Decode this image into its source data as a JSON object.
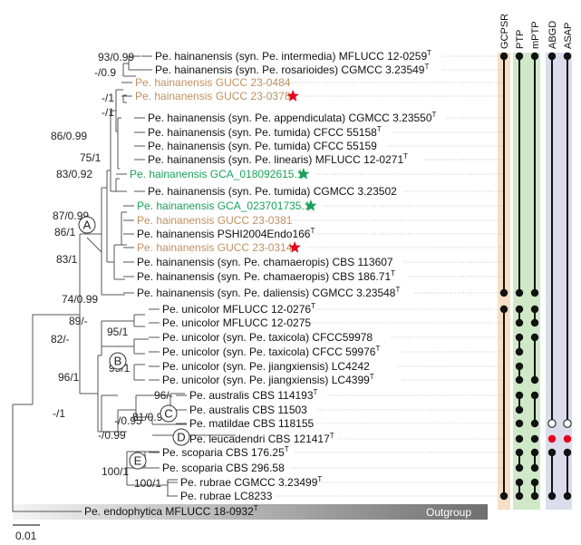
{
  "colors": {
    "tree": "#555555",
    "black": "#111111",
    "brown": "#c09060",
    "green": "#1aa05a",
    "star_red": "#e5001b",
    "gcpsr_band": "#f6dfc4",
    "ptp_band": "#cfe9c8",
    "abgd_band": "#dcdcec",
    "outgroup_bar_start": "#f2f2f2",
    "outgroup_bar_end": "#6f6f6f",
    "dot": "#111111",
    "dot_red": "#e5001b"
  },
  "columns": [
    "GCPSR",
    "PTP",
    "mPTP",
    "ABGD",
    "ASAP"
  ],
  "outgroup_label": "Outgroup",
  "scale_label": "0.01",
  "clade_labels": [
    "A",
    "B",
    "C",
    "D",
    "E"
  ],
  "taxa": [
    {
      "name": "Pe. hainanensis (syn. Pe. intermedia) MFLUCC 12-0259",
      "sup": "T",
      "color": "black"
    },
    {
      "name": "Pe. hainanensis (syn. Pe. rosarioides) CGMCC 3.23549",
      "sup": "T",
      "color": "black"
    },
    {
      "name": "Pe. hainanensis GUCC 23-0484",
      "sup": "",
      "color": "brown"
    },
    {
      "name": "Pe. hainanensis GUCC 23-0378",
      "sup": "",
      "color": "brown",
      "star": "red"
    },
    {
      "name": "Pe. hainanensis (syn. Pe. appendiculata) CGMCC 3.23550",
      "sup": "T",
      "color": "black"
    },
    {
      "name": "Pe. hainanensis (syn. Pe. tumida) CFCC 55158",
      "sup": "T",
      "color": "black"
    },
    {
      "name": "Pe. hainanensis (syn. Pe. tumida) CFCC 55159",
      "sup": "",
      "color": "black"
    },
    {
      "name": "Pe. hainanensis (syn. Pe. linearis) MFLUCC 12-0271",
      "sup": "T",
      "color": "black"
    },
    {
      "name": "Pe. hainanensis GCA_018092615.1",
      "sup": "",
      "color": "green",
      "star": "green"
    },
    {
      "name": "Pe. hainanensis (syn. Pe. tumida) CGMCC 3.23502",
      "sup": "",
      "color": "black"
    },
    {
      "name": "Pe. hainanensis GCA_023701735.1",
      "sup": "",
      "color": "green",
      "star": "green"
    },
    {
      "name": "Pe. hainanensis GUCC 23-0381",
      "sup": "",
      "color": "brown"
    },
    {
      "name": "Pe. hainanensis PSHI2004Endo166",
      "sup": "T",
      "color": "black"
    },
    {
      "name": "Pe. hainanensis GUCC 23-0314",
      "sup": "",
      "color": "brown",
      "star": "red"
    },
    {
      "name": "Pe. hainanensis (syn. Pe. chamaeropis) CBS 113607",
      "sup": "",
      "color": "black"
    },
    {
      "name": "Pe. hainanensis (syn. Pe. chamaeropis) CBS 186.71",
      "sup": "T",
      "color": "black"
    },
    {
      "name": "Pe. hainanensis (syn. Pe. daliensis) CGMCC 3.23548",
      "sup": "T",
      "color": "black"
    },
    {
      "name": "Pe. unicolor MFLUCC 12-0276",
      "sup": "T",
      "color": "black"
    },
    {
      "name": "Pe. unicolor MFLUCC 12-0275",
      "sup": "",
      "color": "black"
    },
    {
      "name": "Pe. unicolor (syn. Pe. taxicola) CFCC59978",
      "sup": "",
      "color": "black"
    },
    {
      "name": "Pe. unicolor (syn. Pe. taxicola) CFCC 59976",
      "sup": "T",
      "color": "black"
    },
    {
      "name": "Pe. unicolor (syn. Pe. jiangxiensis) LC4242",
      "sup": "",
      "color": "black"
    },
    {
      "name": "Pe. unicolor (syn. Pe. jiangxiensis) LC4399",
      "sup": "T",
      "color": "black"
    },
    {
      "name": "Pe. australis CBS 114193",
      "sup": "T",
      "color": "black"
    },
    {
      "name": "Pe. australis CBS 11503",
      "sup": "",
      "color": "black"
    },
    {
      "name": "Pe. matildae CBS 118155",
      "sup": "",
      "color": "black"
    },
    {
      "name": "Pe. leucadendri CBS 121417",
      "sup": "T",
      "color": "black"
    },
    {
      "name": "Pe. scoparia CBS 176.25",
      "sup": "T",
      "color": "black"
    },
    {
      "name": "Pe. scoparia CBS 296.58",
      "sup": "",
      "color": "black"
    },
    {
      "name": "Pe. rubrae CGMCC 3.23499",
      "sup": "T",
      "color": "black"
    },
    {
      "name": "Pe. rubrae LC8233",
      "sup": "",
      "color": "black"
    },
    {
      "name": "Pe. endophytica MFLUCC 18-0932",
      "sup": "T",
      "color": "black"
    }
  ],
  "supports": [
    "93/0.99",
    "-/0.9",
    "-/1",
    "-/1",
    "86/0.99",
    "75/1",
    "83/0.92",
    "87/0.99",
    "86/1",
    "83/1",
    "74/0.99",
    "89/-",
    "82/-",
    "95/1",
    "95/1",
    "96/1",
    "-/1",
    "-/0.95",
    "96/-",
    "81/0.99",
    "-/0.99",
    "100/1",
    "100/1"
  ],
  "delimitation": {
    "GCPSR": [
      {
        "rows": [
          0,
          16
        ]
      },
      {
        "rows": [
          17,
          30
        ]
      }
    ],
    "PTP": [
      {
        "rows": [
          0,
          16
        ]
      },
      {
        "rows": [
          17,
          18
        ]
      },
      {
        "rows": [
          19,
          20
        ]
      },
      {
        "rows": [
          21,
          22
        ]
      },
      {
        "rows": [
          23,
          24
        ]
      },
      {
        "rows": [
          25,
          25
        ]
      },
      {
        "rows": [
          26,
          26
        ]
      },
      {
        "rows": [
          27,
          28
        ]
      },
      {
        "rows": [
          29,
          30
        ]
      }
    ],
    "mPTP": [
      {
        "rows": [
          0,
          16
        ]
      },
      {
        "rows": [
          17,
          18
        ]
      },
      {
        "rows": [
          19,
          22
        ]
      },
      {
        "rows": [
          23,
          25
        ]
      },
      {
        "rows": [
          26,
          26
        ]
      },
      {
        "rows": [
          27,
          28
        ]
      },
      {
        "rows": [
          29,
          30
        ]
      }
    ],
    "ABGD": [
      {
        "rows": [
          0,
          25
        ]
      },
      {
        "rows": [
          26,
          26
        ],
        "red": true
      },
      {
        "rows": [
          27,
          30
        ]
      }
    ],
    "ASAP": [
      {
        "rows": [
          0,
          25
        ]
      },
      {
        "rows": [
          26,
          26
        ],
        "red": true
      },
      {
        "rows": [
          27,
          30
        ]
      }
    ]
  }
}
